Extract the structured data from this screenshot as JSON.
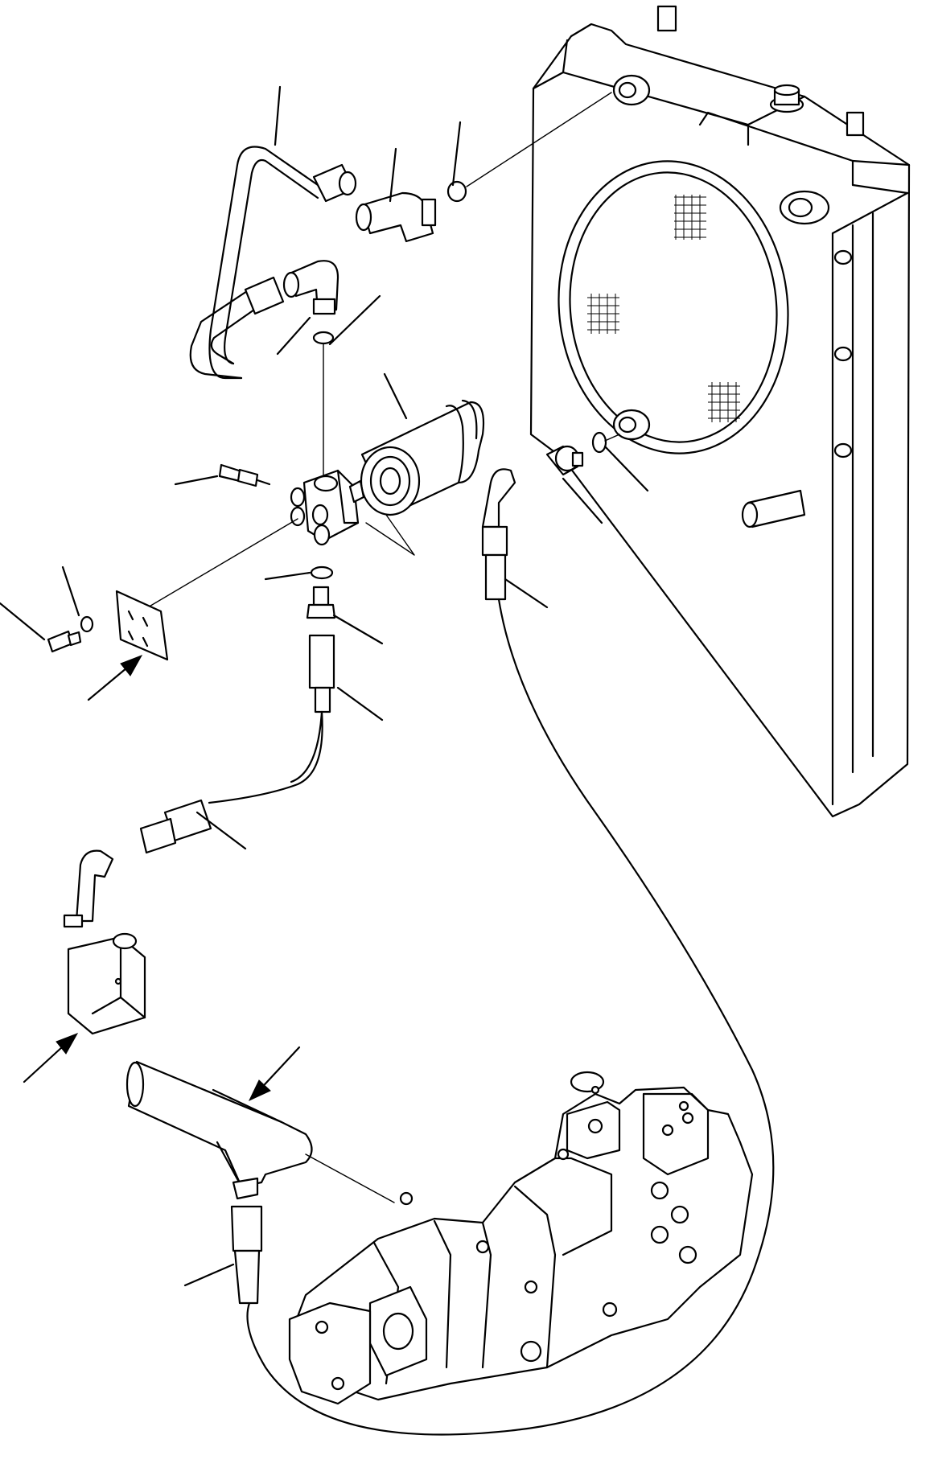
{
  "diagram": {
    "description_visible_text": [],
    "colors": {
      "line": "#000000",
      "background": "#ffffff"
    },
    "callouts": [
      {
        "id": "c1"
      },
      {
        "id": "c2"
      },
      {
        "id": "c3"
      },
      {
        "id": "c4"
      },
      {
        "id": "c5"
      },
      {
        "id": "c6"
      },
      {
        "id": "c7"
      },
      {
        "id": "c8"
      },
      {
        "id": "c9"
      },
      {
        "id": "c10"
      },
      {
        "id": "c11"
      },
      {
        "id": "c12"
      },
      {
        "id": "c13"
      },
      {
        "id": "c14"
      },
      {
        "id": "c15"
      },
      {
        "id": "c16"
      },
      {
        "id": "c17"
      },
      {
        "id": "c18"
      },
      {
        "id": "c19"
      },
      {
        "id": "c20"
      }
    ]
  }
}
